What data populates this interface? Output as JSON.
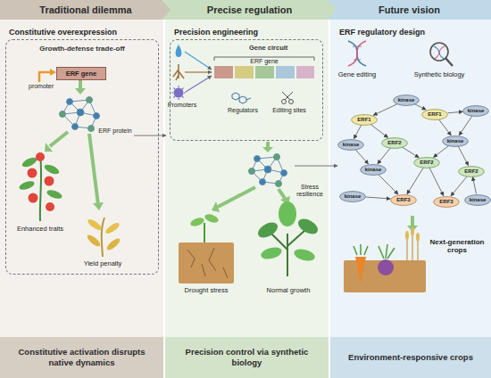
{
  "diagram": {
    "nodes": [
      {
        "text": [
          "Traditional dilemma"
        ]
      },
      {
        "text": [
          "Precise regulation"
        ]
      },
      {
        "text": [
          "Future vision"
        ]
      },
      {
        "text": [
          "Constitutive overexpression"
        ]
      },
      {
        "text": [
          "Growth-defense trade-off"
        ],
        "in": 3
      },
      {
        "text": [
          "ERF gene"
        ],
        "in": 4
      },
      {
        "text": [
          "Precision engineering"
        ]
      },
      {
        "text": [
          "Gene circuit"
        ],
        "in": 6
      },
      {
        "text": [
          "ERF regulatory design"
        ]
      },
      {
        "text": [
          "kinase"
        ],
        "in": 8
      },
      {
        "text": [
          "ERF1"
        ],
        "in": 8
      },
      {
        "text": [
          "ERF1"
        ],
        "in": 8
      },
      {
        "text": [
          "kinase"
        ],
        "in": 8
      },
      {
        "text": [
          "kinase"
        ],
        "in": 8
      },
      {
        "text": [
          "ERF2"
        ],
        "in": 8
      },
      {
        "text": [
          "kinase"
        ],
        "in": 8
      },
      {
        "text": [
          "ERF2"
        ],
        "in": 8
      },
      {
        "text": [
          "kinase"
        ],
        "in": 8
      },
      {
        "text": [
          "ERF2"
        ],
        "in": 8
      },
      {
        "text": [
          "kinase"
        ],
        "in": 8
      },
      {
        "text": [
          "ERF3"
        ],
        "in": 8
      },
      {
        "text": [
          "ERF3"
        ],
        "in": 8
      },
      {
        "text": [
          "kinase"
        ],
        "in": 8
      },
      {
        "text": [
          "Constitutive activation disrupts native dynamics"
        ]
      },
      {
        "text": [
          "Precision control via synthetic biology"
        ]
      },
      {
        "text": [
          "Environment-responsive crops"
        ]
      }
    ],
    "edges": [
      {
        "from": 9,
        "to": 10,
        "arrow": "to"
      },
      {
        "from": 9,
        "to": 11,
        "arrow": "to"
      },
      {
        "from": 10,
        "to": 13,
        "arrow": "to"
      },
      {
        "from": 10,
        "to": 14,
        "arrow": "to"
      },
      {
        "from": 11,
        "to": 12,
        "arrow": "to"
      },
      {
        "from": 11,
        "to": 15,
        "arrow": "to"
      },
      {
        "from": 12,
        "to": 15,
        "arrow": "to"
      },
      {
        "from": 14,
        "to": 16,
        "arrow": "to"
      },
      {
        "from": 15,
        "to": 16,
        "arrow": "to"
      },
      {
        "from": 15,
        "to": 18,
        "arrow": "to"
      },
      {
        "from": 13,
        "to": 17,
        "arrow": "to"
      },
      {
        "from": 14,
        "to": 17,
        "arrow": "to"
      },
      {
        "from": 17,
        "to": 20,
        "arrow": "to"
      },
      {
        "from": 19,
        "to": 20,
        "arrow": "to"
      },
      {
        "from": 16,
        "to": 20,
        "arrow": "to"
      },
      {
        "from": 16,
        "to": 21,
        "arrow": "to"
      },
      {
        "from": 18,
        "to": 21,
        "arrow": "to"
      },
      {
        "from": 22,
        "to": 18,
        "arrow": "to"
      }
    ],
    "labels": [
      "promoter",
      "ERF protein",
      "Enhanced traits",
      "Yield penalty",
      "ERF gene",
      "Promoters",
      "Regulators",
      "Editing sites",
      "Stress resilience",
      "Drought stress",
      "Normal growth",
      "Gene editing",
      "Synthetic biology",
      "Next-generation crops"
    ]
  }
}
